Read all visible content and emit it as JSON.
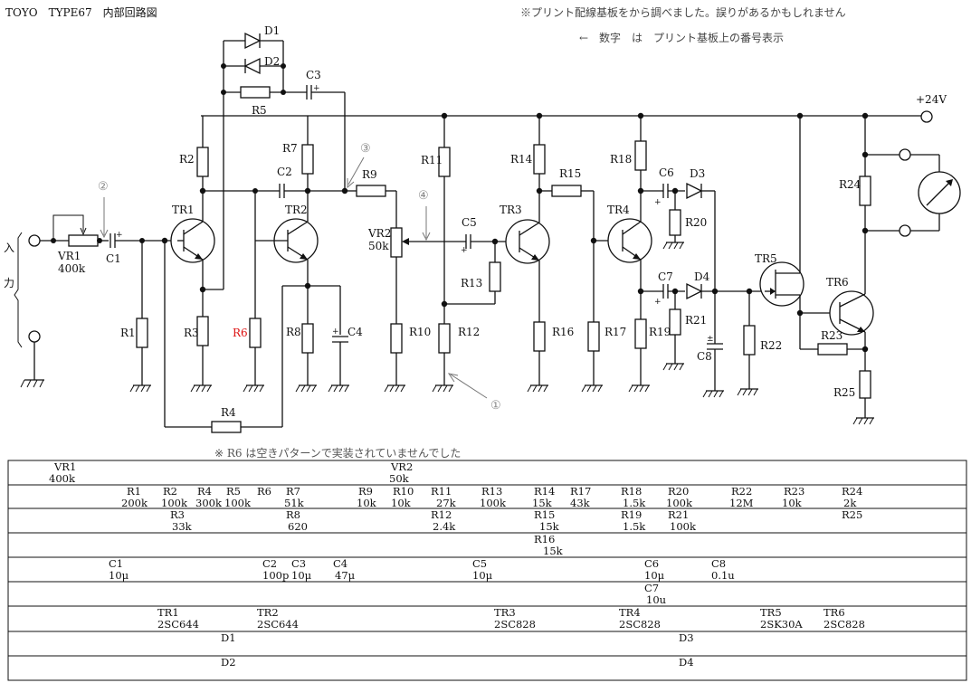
{
  "header": {
    "title": "TOYO　TYPE67　内部回路図",
    "note1": "※プリント配線基板をから調べました。誤りがあるかもしれません",
    "note2": "←　数字　は　プリント基板上の番号表示"
  },
  "supply_label": "+24V",
  "input_label_chars": [
    "入",
    "力"
  ],
  "markers": [
    "①",
    "②",
    "③",
    "④"
  ],
  "table_note": "※ R6 は空きパターンで実装されていませんでした",
  "schematic_labels": {
    "D1": "D1",
    "D2": "D2",
    "C3": "C3",
    "R5": "R5",
    "R2": "R2",
    "R7": "R7",
    "C2": "C2",
    "R9": "R9",
    "R11": "R11",
    "R14": "R14",
    "R15": "R15",
    "R18": "R18",
    "C6": "C6",
    "D3": "D3",
    "R24": "R24",
    "TR1": "TR1",
    "TR2": "TR2",
    "VR2": "VR2",
    "VR2_val": "50k",
    "C5": "C5",
    "TR3": "TR3",
    "TR4": "TR4",
    "R20": "R20",
    "VR1": "VR1",
    "VR1_val": "400k",
    "C1": "C1",
    "R13": "R13",
    "C7": "C7",
    "D4": "D4",
    "TR5": "TR5",
    "TR6": "TR6",
    "R1": "R1",
    "R3": "R3",
    "R6": "R6",
    "R8": "R8",
    "C4": "C4",
    "R10": "R10",
    "R12": "R12",
    "R16": "R16",
    "R17": "R17",
    "R19": "R19",
    "R21": "R21",
    "R22": "R22",
    "R23": "R23",
    "C8": "C8",
    "R25": "R25",
    "R4": "R4"
  },
  "parts_table": {
    "rows": [
      [
        [
          "VR1",
          "400k"
        ],
        [
          "VR2",
          "50k"
        ]
      ],
      [
        [
          "R1",
          "200k"
        ],
        [
          "R2",
          "100k"
        ],
        [
          "R4",
          "300k"
        ],
        [
          "R5",
          "100k"
        ],
        [
          "R6",
          ""
        ],
        [
          "R7",
          "51k"
        ],
        [
          "R9",
          "10k"
        ],
        [
          "R10",
          "10k"
        ],
        [
          "R11",
          "27k"
        ],
        [
          "R13",
          "100k"
        ],
        [
          "R14",
          "15k"
        ],
        [
          "R17",
          "43k"
        ],
        [
          "R18",
          "1.5k"
        ],
        [
          "R20",
          "100k"
        ],
        [
          "R22",
          "12M"
        ],
        [
          "R23",
          "10k"
        ],
        [
          "R24",
          "2k"
        ]
      ],
      [
        [
          "R3",
          "33k"
        ],
        [
          "R8",
          "620"
        ],
        [
          "R12",
          "2.4k"
        ],
        [
          "R15",
          "15k"
        ],
        [
          "R19",
          "1.5k"
        ],
        [
          "R21",
          "100k"
        ],
        [
          "R25",
          ""
        ]
      ],
      [
        [
          "R16",
          "15k"
        ]
      ],
      [
        [
          "C1",
          "10μ"
        ],
        [
          "C2",
          "100p"
        ],
        [
          "C3",
          "10μ"
        ],
        [
          "C4",
          "47μ"
        ],
        [
          "C5",
          "10μ"
        ],
        [
          "C6",
          "10μ"
        ],
        [
          "C8",
          "0.1u"
        ]
      ],
      [
        [
          "C7",
          "10u"
        ]
      ],
      [
        [
          "TR1",
          "2SC644"
        ],
        [
          "TR2",
          "2SC644"
        ],
        [
          "TR3",
          "2SC828"
        ],
        [
          "TR4",
          "2SC828"
        ],
        [
          "TR5",
          "2SK30A"
        ],
        [
          "TR6",
          "2SC828"
        ]
      ],
      [
        [
          "D1",
          ""
        ],
        [
          "D3",
          ""
        ]
      ],
      [
        [
          "D2",
          ""
        ],
        [
          "D4",
          ""
        ]
      ]
    ]
  }
}
